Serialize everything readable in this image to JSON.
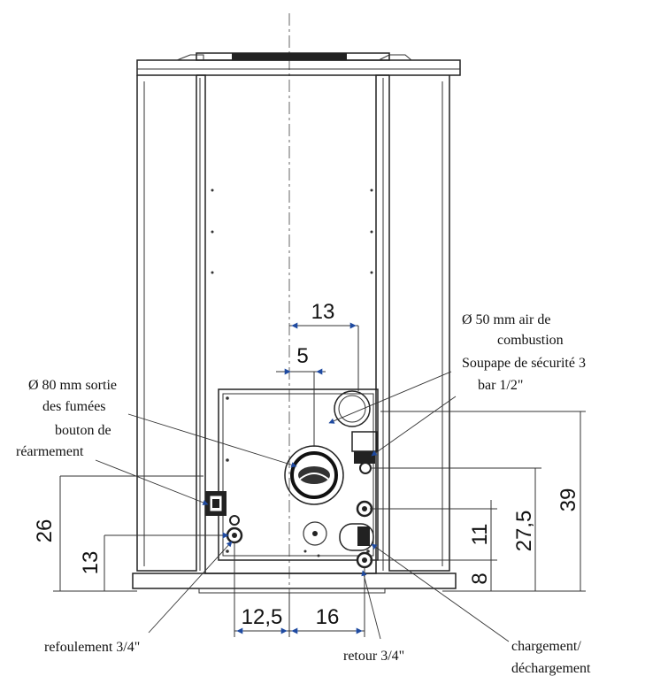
{
  "labels": {
    "air_combustion_1": "Ø 50 mm air de",
    "air_combustion_2": "combustion",
    "safety_valve_1": "Soupape de sécurité 3",
    "safety_valve_2": "bar 1/2\"",
    "flue_outlet_1": "Ø 80 mm sortie",
    "flue_outlet_2": "des fumées",
    "reset_button_1": "bouton de",
    "reset_button_2": "réarmement",
    "flow": "refoulement 3/4\"",
    "return": "retour 3/4\"",
    "fill_drain_1": "chargement/",
    "fill_drain_2": "déchargement"
  },
  "dimensions": {
    "d13_top": "13",
    "d5": "5",
    "d26": "26",
    "d13_left": "13",
    "d12_5": "12,5",
    "d16": "16",
    "d11": "11",
    "d8": "8",
    "d27_5": "27,5",
    "d39": "39"
  },
  "colors": {
    "arrow": "#1f4aa0",
    "line": "#222222"
  }
}
